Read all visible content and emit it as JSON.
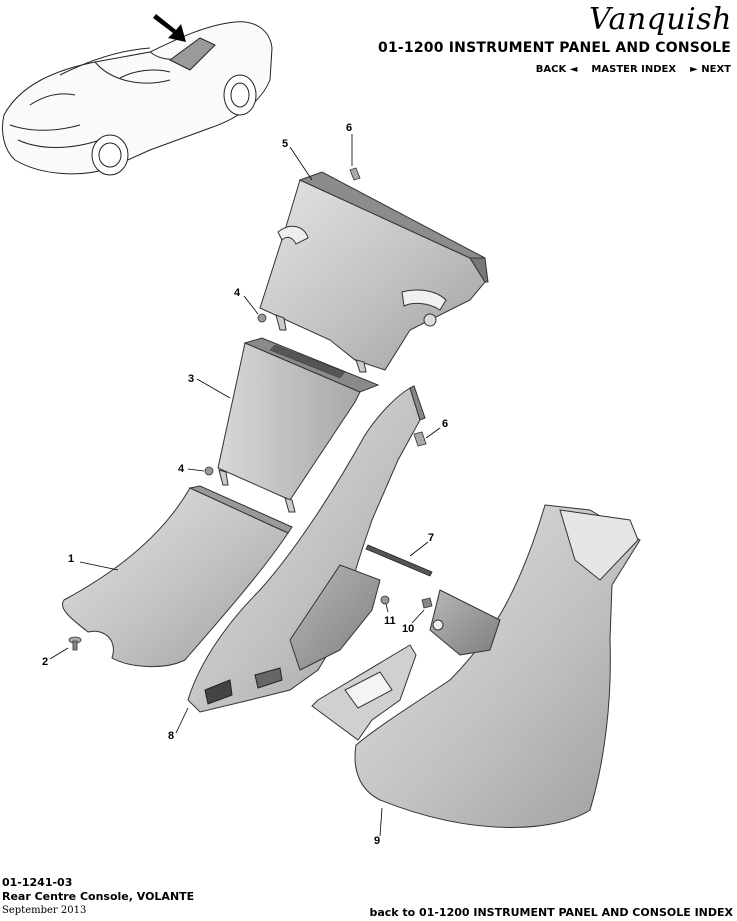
{
  "header": {
    "logo_text": "Vanquish",
    "section_title": "01-1200 INSTRUMENT PANEL AND CONSOLE",
    "nav": {
      "back": "BACK ◄",
      "master_index": "MASTER INDEX",
      "next": "► NEXT"
    }
  },
  "callouts": [
    "1",
    "2",
    "3",
    "4",
    "4",
    "5",
    "6",
    "6",
    "7",
    "8",
    "9",
    "10",
    "11"
  ],
  "footer": {
    "code": "01-1241-03",
    "name": "Rear Centre Console, VOLANTE",
    "date": "September 2013",
    "back_link": "back to 01-1200 INSTRUMENT PANEL AND CONSOLE INDEX"
  }
}
